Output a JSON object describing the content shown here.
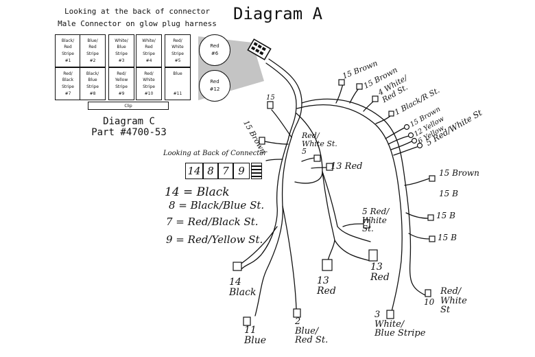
{
  "diagram_c": {
    "header_line1": "Looking at the back of connector",
    "header_line2": "Male Connector on glow plug harness",
    "cells": [
      "Black/\nRed\nStripe\n#1",
      "Blue/\nRed\nStripe\n#2",
      "White/\nBlue\nStripe\n#3",
      "White/\nRed\nStripe\n#4",
      "Red/\nWhite\nStripe\n#5",
      "Red/\nBlack\nStripe\n#7",
      "Black/\nBlue\nStripe\n#8",
      "Red/\nYellow\nStripe\n#9",
      "Red/\nWhite\nStripe\n#10",
      "Blue\n\n\n#11"
    ],
    "circle_top": "Red\n#6",
    "circle_bottom": "Red\n#12",
    "clip_label": "Clip",
    "title": "Diagram C",
    "part": "Part #4700-53"
  },
  "diagram_a": {
    "title": "Diagram A",
    "connector_caption": "Looking at Back of Connector",
    "connector_pins": [
      "14",
      "8",
      "7",
      "9"
    ],
    "legend": [
      "14 = Black",
      "8 = Black/Blue St.",
      "7 = Red/Black St.",
      "9 = Red/Yellow St."
    ]
  },
  "wire_labels": {
    "l15_brown_top": "15 Brown",
    "l15_brown_2": "15 Brown",
    "l4_white": "4 White/\nRed St.",
    "l1_black": "1 Black/R St.",
    "l15_brown_3": "15 Brown",
    "l12_yellow": "12 Yellow",
    "l6_yellow": "6 Yellow",
    "l5_red_white": "5 Red/White St",
    "l15_left": "15",
    "l15_brown_left": "15 Brown",
    "l5_red_white_mid": "Red/\nWhite St.\n5",
    "l13_red_mid": "13 Red",
    "l15_brown_right": "15 Brown",
    "l15_b_1": "15 B",
    "l15_b_2": "15 B",
    "l15_b_3": "15 B",
    "l5_red_white_low": "5 Red/\nWhite\nSt.",
    "l13_red_low": "13\nRed",
    "l13_red_bottom": "13\nRed",
    "l14_black": "14\nBlack",
    "l11_blue": "11\nBlue",
    "l2_blue_red": "2\nBlue/\nRed St.",
    "l3_white_blue": "3\nWhite/\nBlue Stripe",
    "l10_red_white": "Red/\nWhite\nSt",
    "l10_num": "10"
  }
}
